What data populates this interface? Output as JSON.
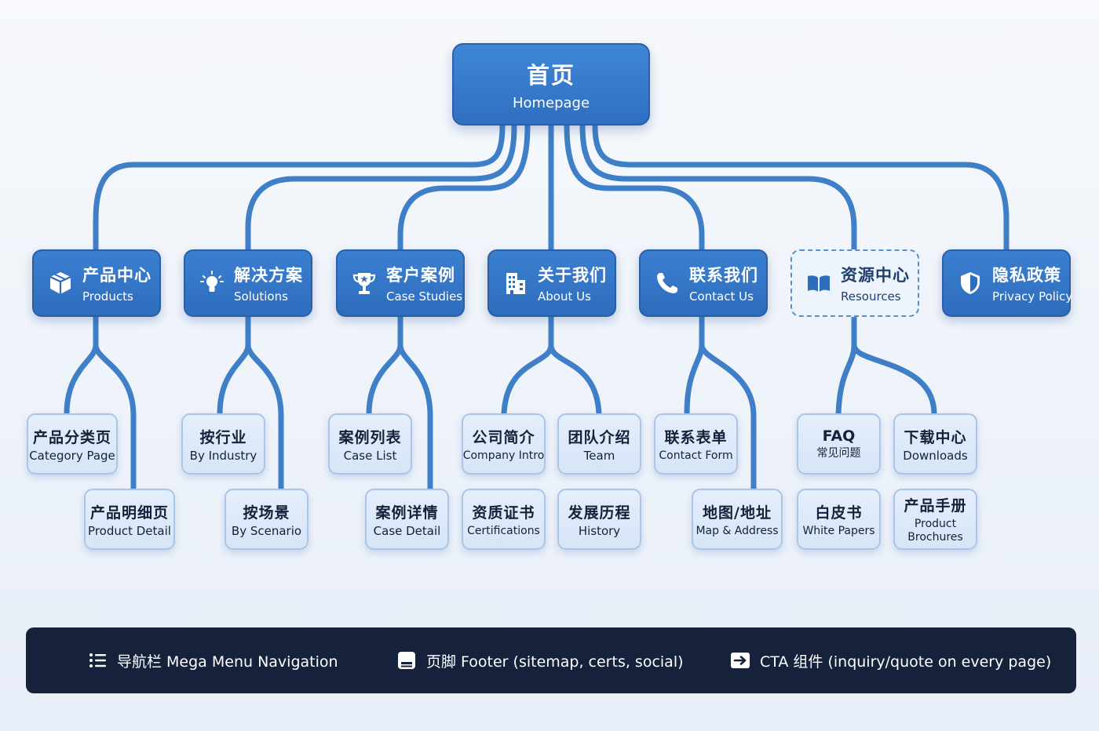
{
  "root": {
    "cn": "首页",
    "en": "Homepage"
  },
  "sections": [
    {
      "key": "products",
      "cn": "产品中心",
      "en": "Products",
      "icon": "box-icon",
      "dashed": false
    },
    {
      "key": "solutions",
      "cn": "解决方案",
      "en": "Solutions",
      "icon": "lightbulb-icon",
      "dashed": false
    },
    {
      "key": "cases",
      "cn": "客户案例",
      "en": "Case Studies",
      "icon": "trophy-icon",
      "dashed": false
    },
    {
      "key": "about",
      "cn": "关于我们",
      "en": "About Us",
      "icon": "building-icon",
      "dashed": false
    },
    {
      "key": "contact",
      "cn": "联系我们",
      "en": "Contact Us",
      "icon": "phone-icon",
      "dashed": false
    },
    {
      "key": "resources",
      "cn": "资源中心",
      "en": "Resources",
      "icon": "book-icon",
      "dashed": true
    },
    {
      "key": "privacy",
      "cn": "隐私政策",
      "en": "Privacy Policy",
      "icon": "shield-icon",
      "dashed": false
    }
  ],
  "children": {
    "products": [
      {
        "cn": "产品分类页",
        "en": "Category Page"
      },
      {
        "cn": "产品明细页",
        "en": "Product Detail"
      }
    ],
    "solutions": [
      {
        "cn": "按行业",
        "en": "By Industry"
      },
      {
        "cn": "按场景",
        "en": "By Scenario"
      }
    ],
    "cases": [
      {
        "cn": "案例列表",
        "en": "Case List"
      },
      {
        "cn": "案例详情",
        "en": "Case Detail"
      }
    ],
    "about": [
      {
        "cn": "公司简介",
        "en": "Company Intro"
      },
      {
        "cn": "团队介绍",
        "en": "Team"
      },
      {
        "cn": "资质证书",
        "en": "Certifications"
      },
      {
        "cn": "发展历程",
        "en": "History"
      }
    ],
    "contact": [
      {
        "cn": "联系表单",
        "en": "Contact Form"
      },
      {
        "cn": "地图/地址",
        "en": "Map & Address"
      }
    ],
    "resources": [
      {
        "cn": "FAQ",
        "en": "常见问题"
      },
      {
        "cn": "下载中心",
        "en": "Downloads"
      },
      {
        "cn": "白皮书",
        "en": "White Papers"
      },
      {
        "cn": "产品手册",
        "en": "Product Brochures"
      }
    ]
  },
  "footer": [
    {
      "icon": "list-icon",
      "text": "导航栏 Mega Menu Navigation"
    },
    {
      "icon": "footer-icon",
      "text": "页脚 Footer (sitemap, certs, social)"
    },
    {
      "icon": "arrow-right-icon",
      "text": "CTA 组件 (inquiry/quote on every page)"
    }
  ],
  "colors": {
    "connector": "#3f7fc7",
    "section_fill": "#2f6fc2",
    "leaf_fill": "#dce8f9",
    "footer_bg": "#16213b"
  }
}
